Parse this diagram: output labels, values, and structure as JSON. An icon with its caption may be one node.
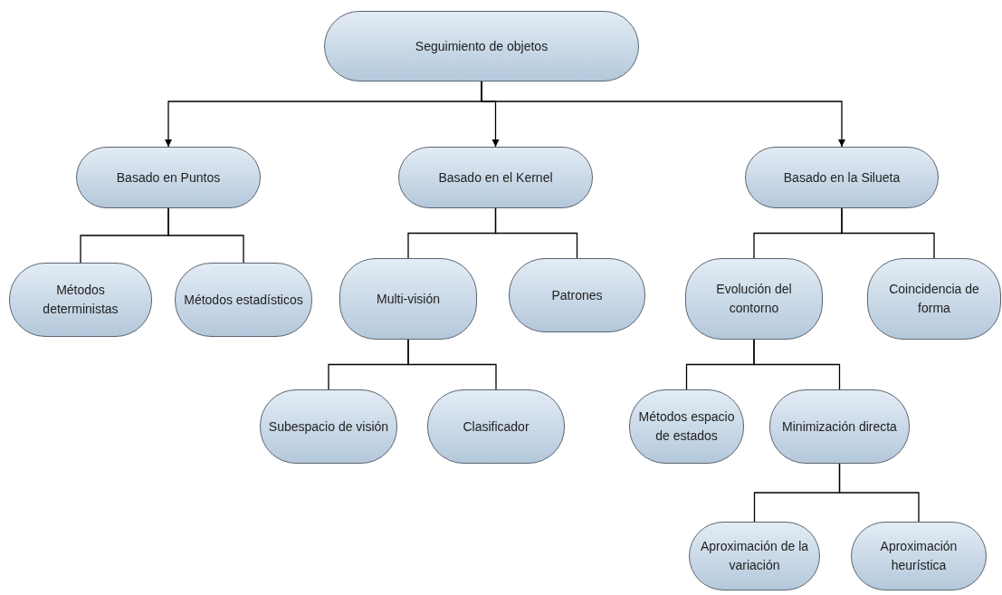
{
  "diagram": {
    "nodes": [
      {
        "text": [
          "Seguimiento de objetos"
        ]
      },
      {
        "text": [
          "Basado en Puntos"
        ]
      },
      {
        "text": [
          "Basado en el Kernel"
        ]
      },
      {
        "text": [
          "Basado en la Silueta"
        ]
      },
      {
        "text": [
          "Métodos deterministas"
        ]
      },
      {
        "text": [
          "Métodos estadísticos"
        ]
      },
      {
        "text": [
          "Multi-visión"
        ]
      },
      {
        "text": [
          "Patrones"
        ]
      },
      {
        "text": [
          "Evolución del contorno"
        ]
      },
      {
        "text": [
          "Coincidencia de forma"
        ]
      },
      {
        "text": [
          "Subespacio de visión"
        ]
      },
      {
        "text": [
          "Clasificador"
        ]
      },
      {
        "text": [
          "Métodos espacio de estados"
        ]
      },
      {
        "text": [
          "Minimización directa"
        ]
      },
      {
        "text": [
          "Aproximación de la variación"
        ]
      },
      {
        "text": [
          "Aproximación heurística"
        ]
      }
    ],
    "edges": [
      {
        "from": 0,
        "to": 1,
        "arrow": "to"
      },
      {
        "from": 0,
        "to": 2,
        "arrow": "to"
      },
      {
        "from": 0,
        "to": 3,
        "arrow": "to"
      },
      {
        "from": 1,
        "to": 4,
        "arrow": "none"
      },
      {
        "from": 1,
        "to": 5,
        "arrow": "none"
      },
      {
        "from": 2,
        "to": 6,
        "arrow": "none"
      },
      {
        "from": 2,
        "to": 7,
        "arrow": "none"
      },
      {
        "from": 3,
        "to": 8,
        "arrow": "none"
      },
      {
        "from": 3,
        "to": 9,
        "arrow": "none"
      },
      {
        "from": 6,
        "to": 10,
        "arrow": "none"
      },
      {
        "from": 6,
        "to": 11,
        "arrow": "none"
      },
      {
        "from": 8,
        "to": 12,
        "arrow": "none"
      },
      {
        "from": 8,
        "to": 13,
        "arrow": "none"
      },
      {
        "from": 13,
        "to": 14,
        "arrow": "none"
      },
      {
        "from": 13,
        "to": 15,
        "arrow": "none"
      }
    ]
  }
}
